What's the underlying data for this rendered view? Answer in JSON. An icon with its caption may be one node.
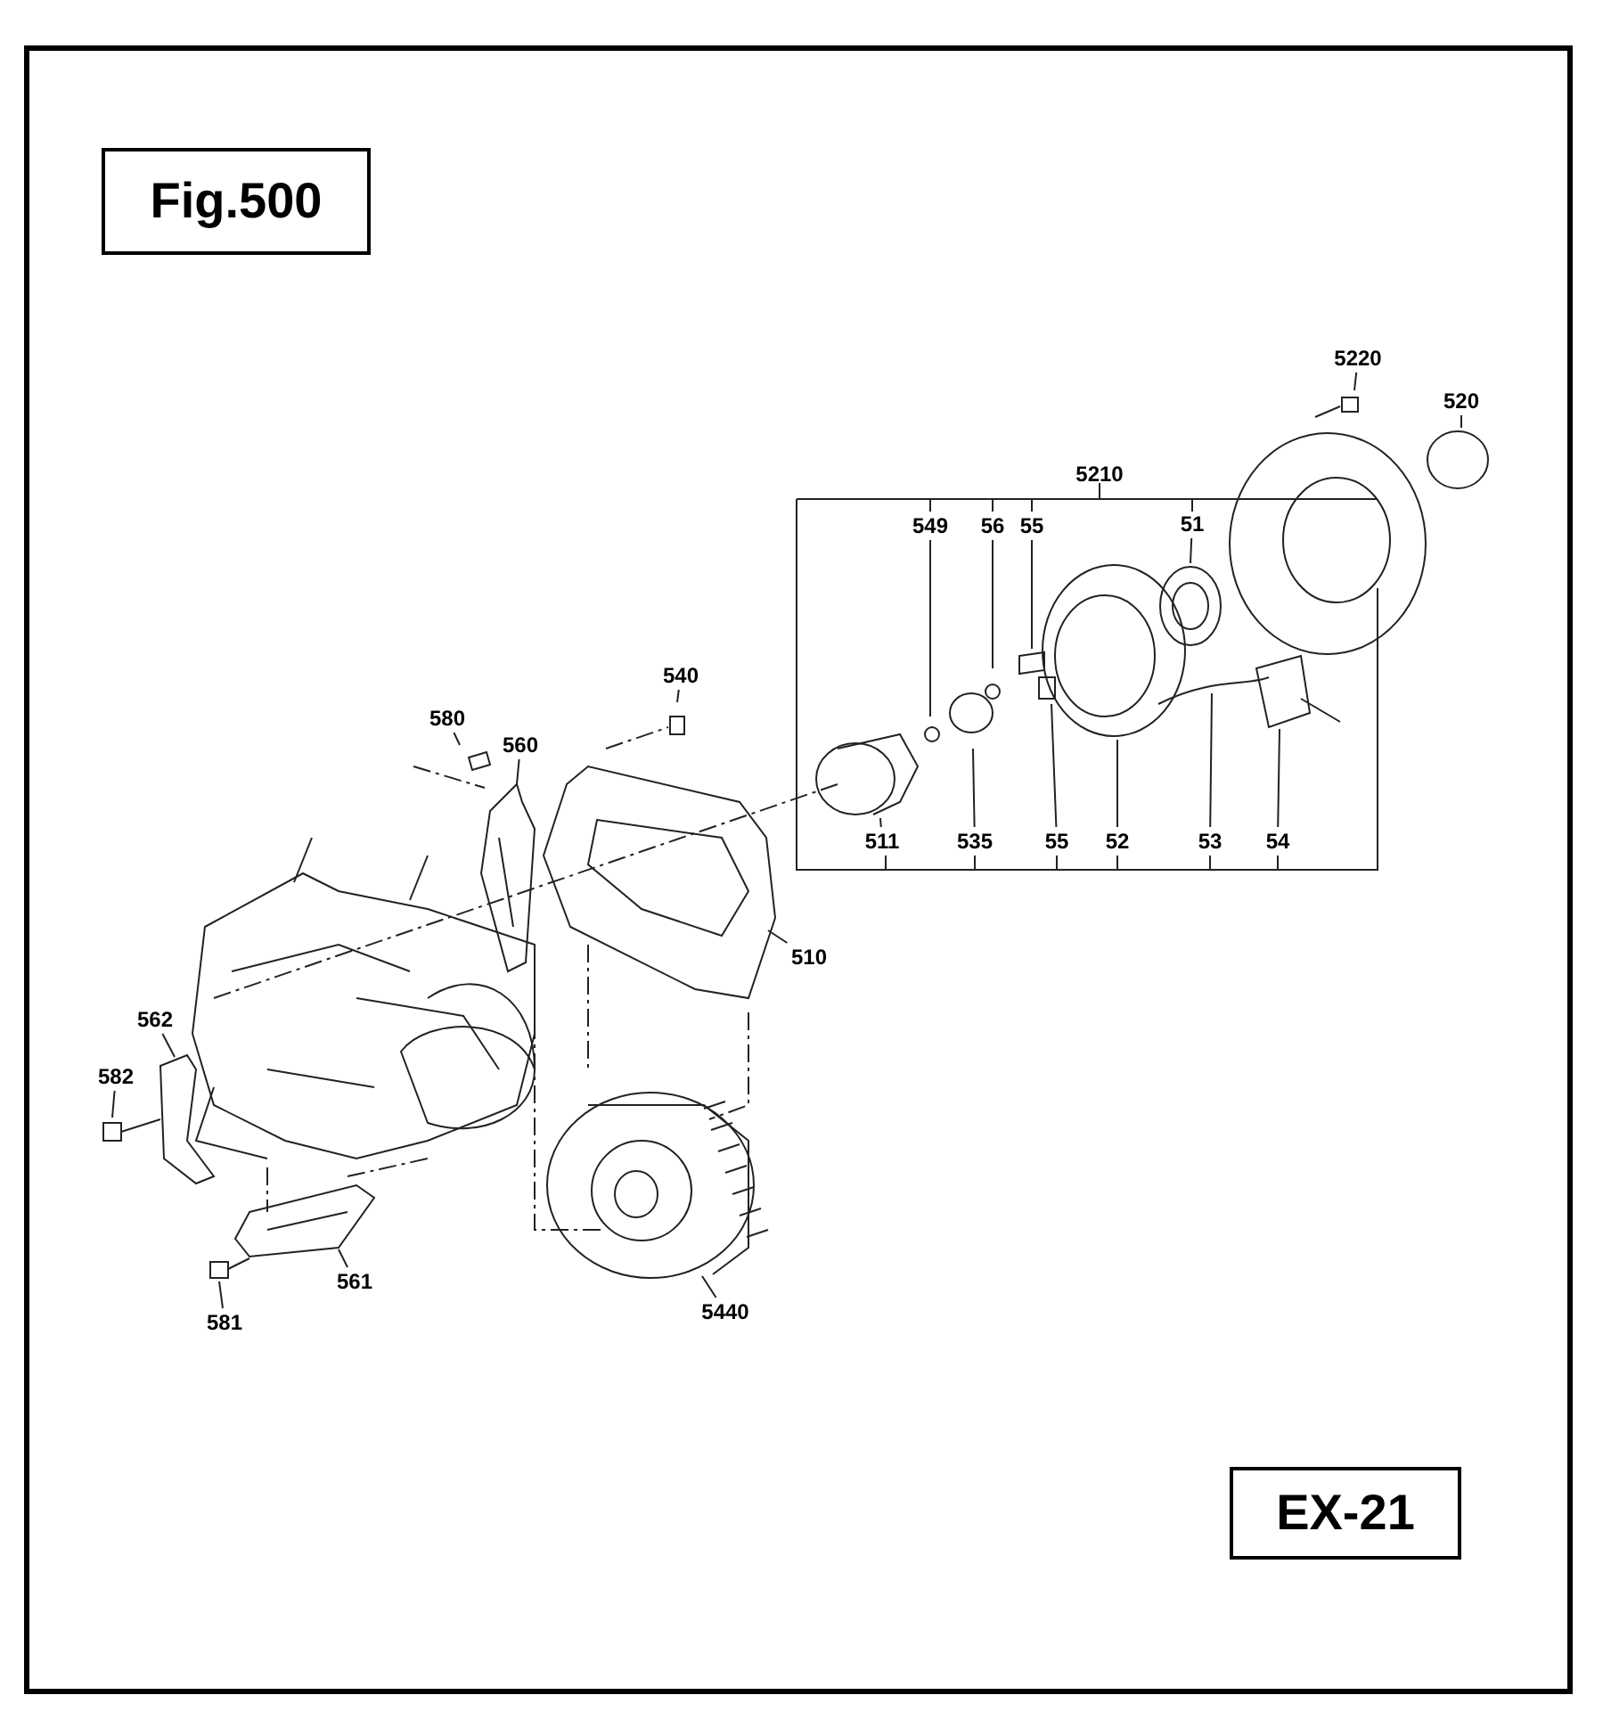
{
  "diagram": {
    "title": "Fig.500",
    "nodes": [
      {
        "text": [
          "5220"
        ]
      },
      {
        "text": [
          "520"
        ]
      },
      {
        "text": [
          "549"
        ]
      },
      {
        "text": [
          "56"
        ]
      },
      {
        "text": [
          "55"
        ]
      },
      {
        "text": [
          "51"
        ]
      },
      {
        "text": [
          "540"
        ]
      },
      {
        "text": [
          "580"
        ]
      },
      {
        "text": [
          "560"
        ]
      },
      {
        "text": [
          "511"
        ]
      },
      {
        "text": [
          "535"
        ]
      },
      {
        "text": [
          "55"
        ]
      },
      {
        "text": [
          "52"
        ]
      },
      {
        "text": [
          "53"
        ]
      },
      {
        "text": [
          "54"
        ]
      },
      {
        "text": [
          "510"
        ]
      },
      {
        "text": [
          "562"
        ]
      },
      {
        "text": [
          "582"
        ]
      },
      {
        "text": [
          "561"
        ]
      },
      {
        "text": [
          "581"
        ]
      },
      {
        "text": [
          "5440"
        ]
      }
    ],
    "edges": [
      {
        "from": 0,
        "to": null,
        "arrow": "none"
      },
      {
        "from": 1,
        "to": null,
        "arrow": "none"
      },
      {
        "from": 2,
        "to": null,
        "arrow": "none"
      },
      {
        "from": 3,
        "to": null,
        "arrow": "none"
      },
      {
        "from": 4,
        "to": null,
        "arrow": "none"
      },
      {
        "from": 5,
        "to": null,
        "arrow": "none"
      },
      {
        "from": 6,
        "to": null,
        "arrow": "none"
      },
      {
        "from": 7,
        "to": null,
        "arrow": "none"
      },
      {
        "from": 8,
        "to": null,
        "arrow": "none"
      },
      {
        "from": 9,
        "to": null,
        "arrow": "none"
      },
      {
        "from": 10,
        "to": null,
        "arrow": "none"
      },
      {
        "from": 11,
        "to": null,
        "arrow": "none"
      },
      {
        "from": 12,
        "to": null,
        "arrow": "none"
      },
      {
        "from": 13,
        "to": null,
        "arrow": "none"
      },
      {
        "from": 14,
        "to": null,
        "arrow": "none"
      },
      {
        "from": 15,
        "to": null,
        "arrow": "none"
      },
      {
        "from": 16,
        "to": null,
        "arrow": "none"
      },
      {
        "from": 17,
        "to": null,
        "arrow": "none"
      },
      {
        "from": 18,
        "to": null,
        "arrow": "none"
      },
      {
        "from": 19,
        "to": null,
        "arrow": "none"
      },
      {
        "from": 20,
        "to": null,
        "arrow": "none"
      }
    ],
    "labels": [
      "5210",
      "EX-21"
    ]
  }
}
